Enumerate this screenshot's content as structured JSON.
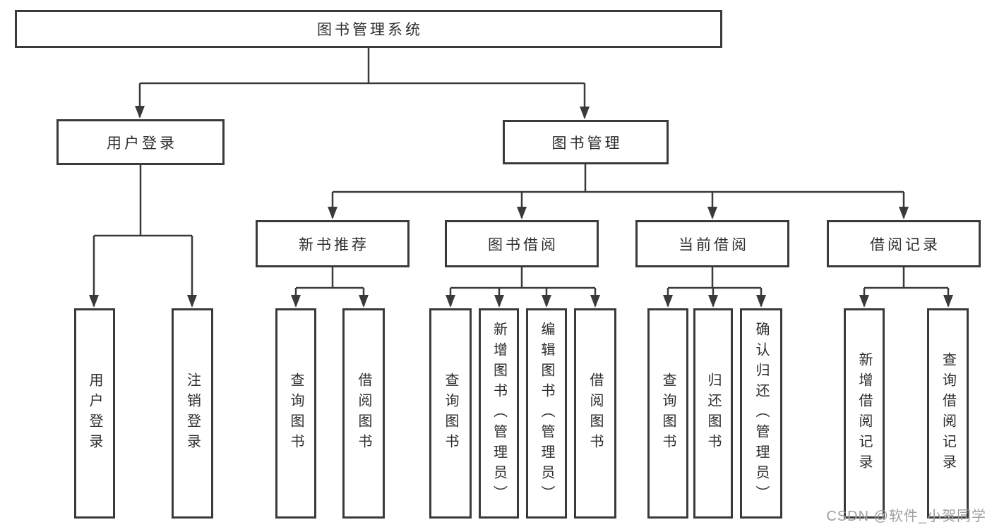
{
  "diagram_title": "图书管理系统",
  "nodes": {
    "root": "图书管理系统",
    "user_login": "用户登录",
    "book_mgmt": "图书管理",
    "new_books": "新书推荐",
    "book_borrow": "图书借阅",
    "current_borrow": "当前借阅",
    "borrow_records": "借阅记录",
    "ul_login": "用户登录",
    "ul_logout": "注销登录",
    "nb_query": "查询图书",
    "nb_borrow": "借阅图书",
    "bb_query": "查询图书",
    "bb_add": "新增图书（管理员）",
    "bb_edit": "编辑图书（管理员）",
    "bb_borrow": "借阅图书",
    "cb_query": "查询图书",
    "cb_return": "归还图书",
    "cb_confirm": "确认归还（管理员）",
    "br_add": "新增借阅记录",
    "br_query": "查询借阅记录"
  },
  "watermark": "CSDN @软件_小贺同学",
  "colors": {
    "line": "#3a3a3a",
    "text": "#2e2e2e",
    "watermark": "#9e9e9e",
    "background": "#ffffff"
  }
}
